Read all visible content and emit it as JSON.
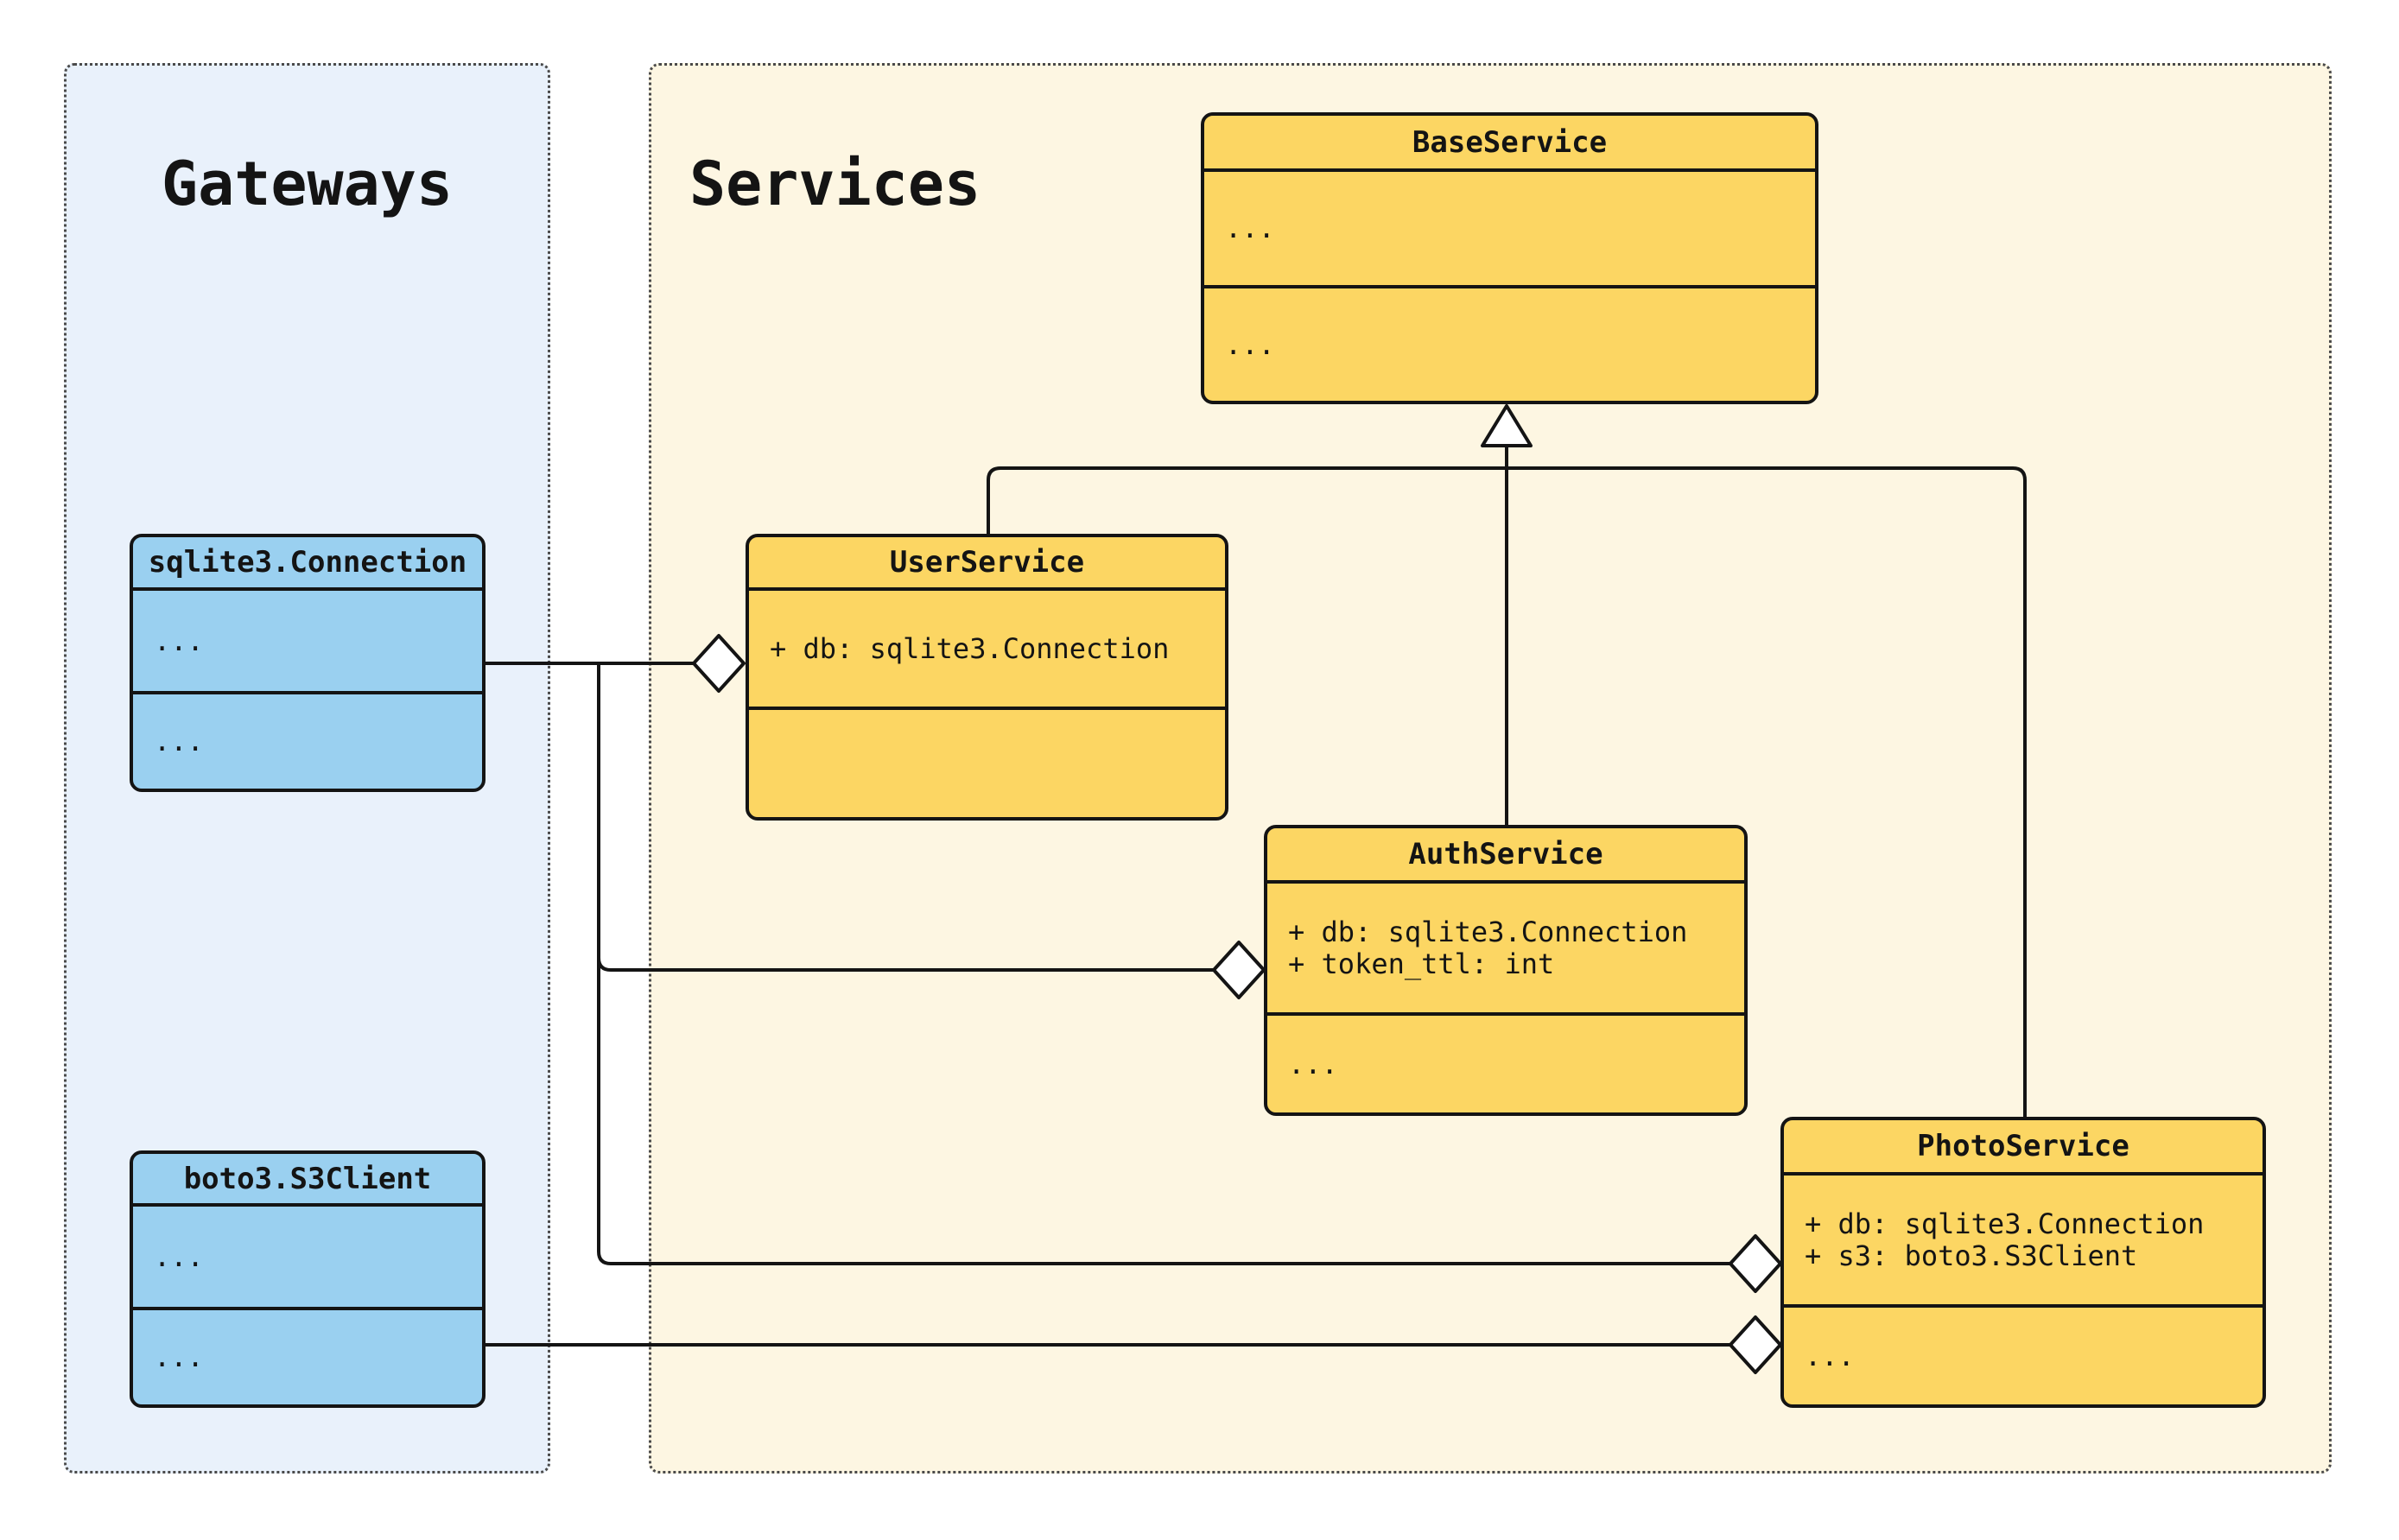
{
  "panels": {
    "gateways": {
      "title": "Gateways"
    },
    "services": {
      "title": "Services"
    }
  },
  "classes": {
    "base_service": {
      "name": "BaseService",
      "attributes": [
        "..."
      ],
      "methods": [
        "..."
      ]
    },
    "user_service": {
      "name": "UserService",
      "attributes": [
        "+ db: sqlite3.Connection"
      ],
      "methods": []
    },
    "auth_service": {
      "name": "AuthService",
      "attributes": [
        "+ db: sqlite3.Connection",
        "+ token_ttl: int"
      ],
      "methods": [
        "..."
      ]
    },
    "photo_service": {
      "name": "PhotoService",
      "attributes": [
        "+ db: sqlite3.Connection",
        "+ s3: boto3.S3Client"
      ],
      "methods": [
        "..."
      ]
    },
    "sqlite3_connection": {
      "name": "sqlite3.Connection",
      "attributes": [
        "..."
      ],
      "methods": [
        "..."
      ]
    },
    "boto3_s3client": {
      "name": "boto3.S3Client",
      "attributes": [
        "..."
      ],
      "methods": [
        "..."
      ]
    }
  },
  "relationships": [
    {
      "type": "inheritance",
      "from": "UserService",
      "to": "BaseService"
    },
    {
      "type": "inheritance",
      "from": "AuthService",
      "to": "BaseService"
    },
    {
      "type": "inheritance",
      "from": "PhotoService",
      "to": "BaseService"
    },
    {
      "type": "aggregation",
      "from": "sqlite3.Connection",
      "to": "UserService"
    },
    {
      "type": "aggregation",
      "from": "sqlite3.Connection",
      "to": "AuthService"
    },
    {
      "type": "aggregation",
      "from": "sqlite3.Connection",
      "to": "PhotoService"
    },
    {
      "type": "aggregation",
      "from": "boto3.S3Client",
      "to": "PhotoService"
    }
  ],
  "colors": {
    "class_fill_yellow": "#fcd663",
    "class_fill_blue": "#9ad0f0",
    "panel_bg_gateways": "#e9f1fb",
    "panel_bg_services": "#fdf6e2",
    "stroke": "#141414",
    "marker_fill": "#ffffff"
  }
}
